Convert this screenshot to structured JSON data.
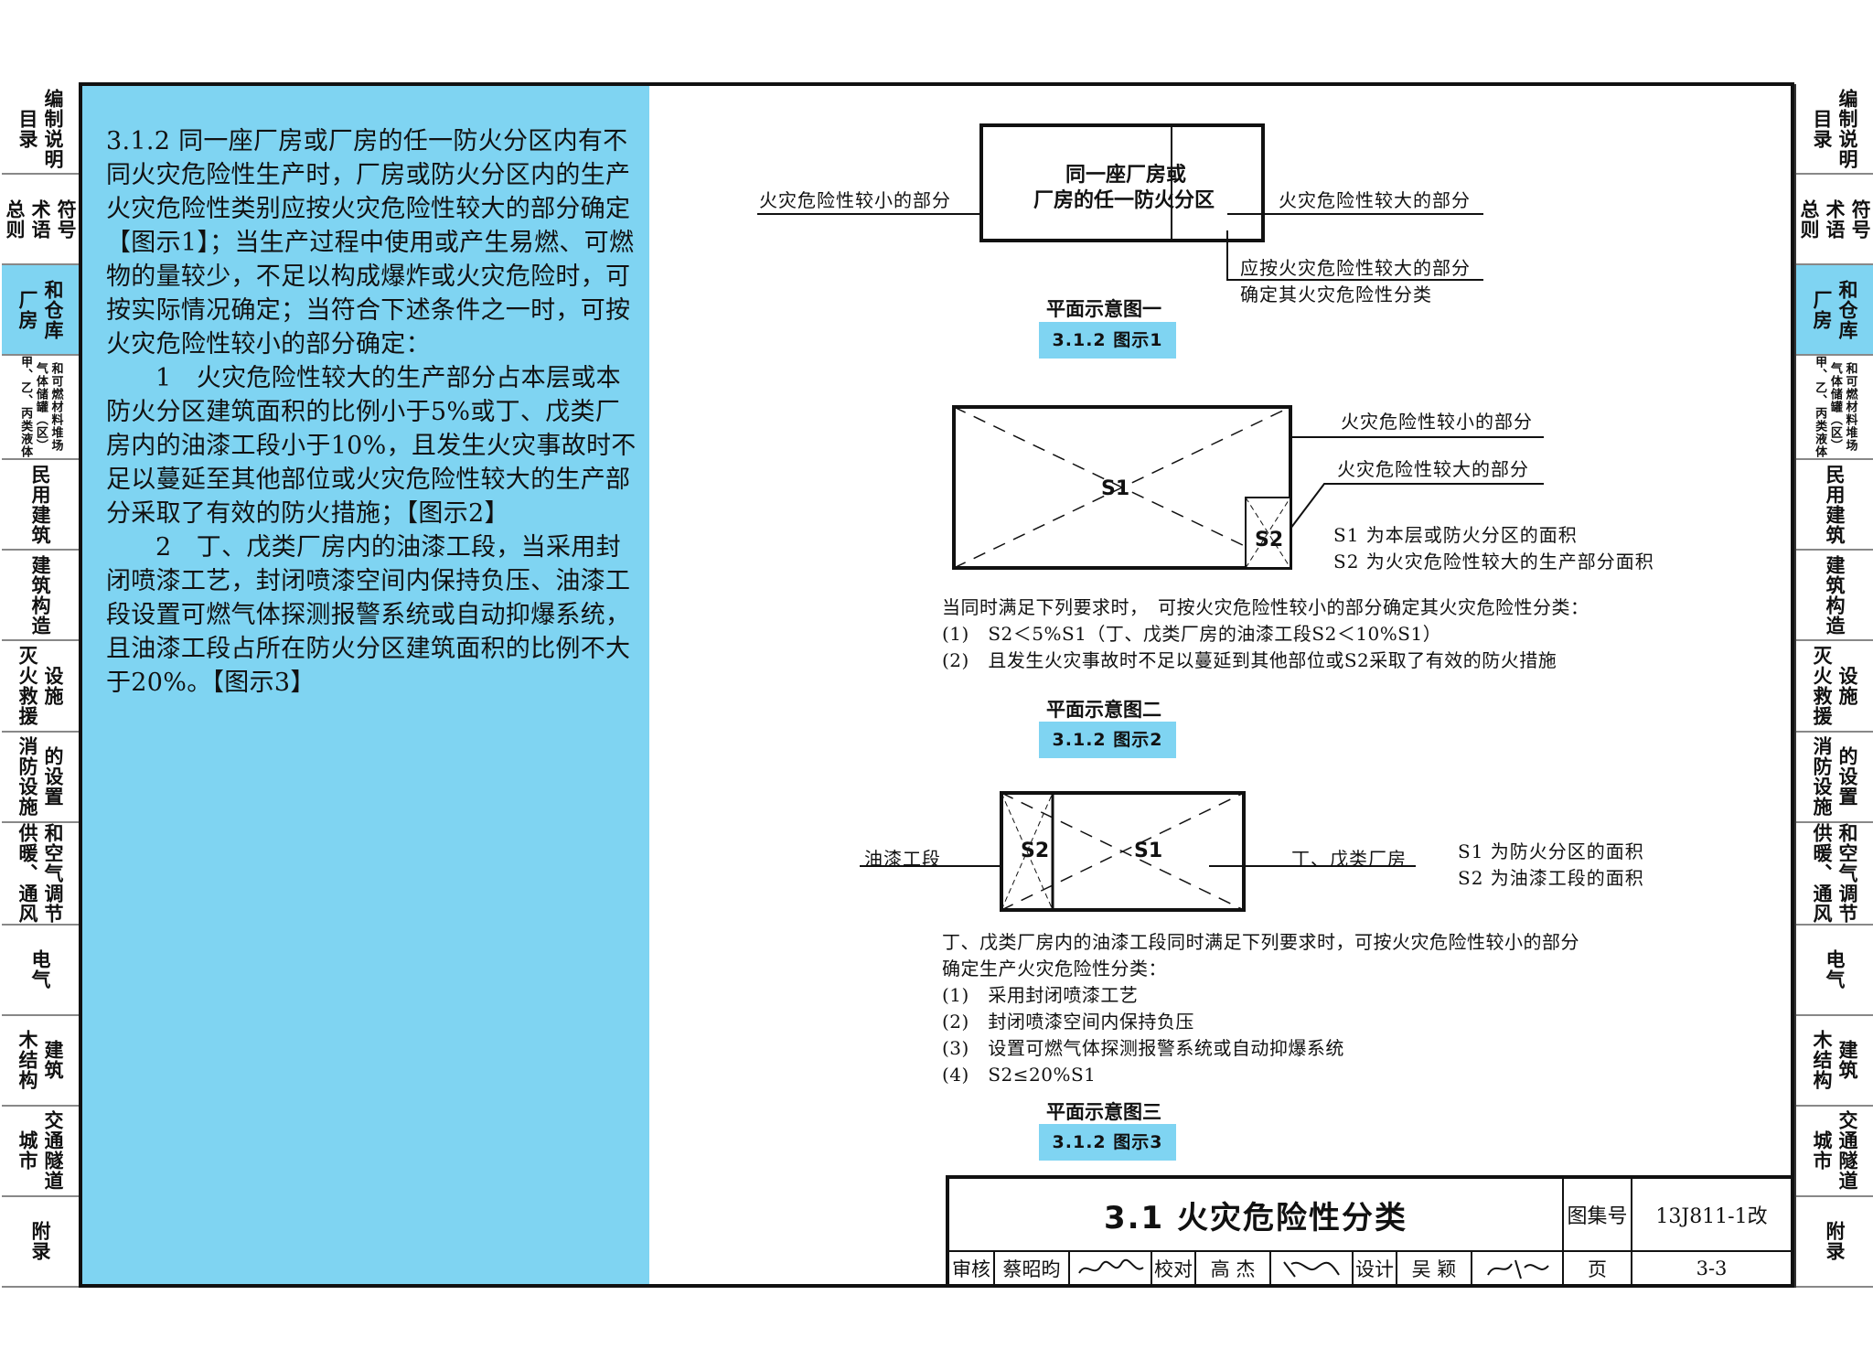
{
  "left_tabs": [
    {
      "cols": [
        "目录",
        "编制说明"
      ]
    },
    {
      "cols": [
        "总则",
        "术语",
        "符号"
      ]
    },
    {
      "cols": [
        "厂房",
        "和仓库"
      ],
      "active": true
    },
    {
      "cols": [
        "甲、乙、丙类液体",
        "气体储罐（区）",
        "和可燃材料堆场"
      ],
      "small": true
    },
    {
      "cols": [
        "民用建筑"
      ]
    },
    {
      "cols": [
        "建筑构造"
      ]
    },
    {
      "cols": [
        "灭火救援",
        "设施"
      ]
    },
    {
      "cols": [
        "消防设施",
        "的设置"
      ]
    },
    {
      "cols": [
        "供暖、通风",
        "和空气调节"
      ]
    },
    {
      "cols": [
        "电气"
      ]
    },
    {
      "cols": [
        "木结构",
        "建筑"
      ]
    },
    {
      "cols": [
        "城市",
        "交通隧道"
      ]
    },
    {
      "cols": [
        "附录"
      ]
    }
  ],
  "main_text": {
    "para1": "3.1.2 同一座厂房或厂房的任一防火分区内有不同火灾危险性生产时，厂房或防火分区内的生产火灾危险性类别应按火灾危险性较大的部分确定【图示1】；当生产过程中使用或产生易燃、可燃物的量较少，不足以构成爆炸或火灾危险时，可按实际情况确定；当符合下述条件之一时，可按火灾危险性较小的部分确定：",
    "para2": "1　火灾危险性较大的生产部分占本层或本防火分区建筑面积的比例小于5%或丁、戊类厂房内的油漆工段小于10%，且发生火灾事故时不足以蔓延至其他部位或火灾危险性较大的生产部分采取了有效的防火措施；【图示2】",
    "para3": "2　丁、戊类厂房内的油漆工段，当采用封闭喷漆工艺，封闭喷漆空间内保持负压、油漆工段设置可燃气体探测报警系统或自动抑爆系统，且油漆工段占所在防火分区建筑面积的比例不大于20%。【图示3】"
  },
  "fig1": {
    "box_line1": "同一座厂房或",
    "box_line2": "厂房的任一防火分区",
    "left_label": "火灾危险性较小的部分",
    "right_label": "火灾危险性较大的部分",
    "note_line1": "应按火灾危险性较大的部分",
    "note_line2": "确定其火灾危险性分类",
    "caption": "平面示意图一",
    "tag": "3.1.2 图示1"
  },
  "fig2": {
    "label_small": "火灾危险性较小的部分",
    "label_large": "火灾危险性较大的部分",
    "s1": "S1",
    "s2": "S2",
    "def1": "S1 为本层或防火分区的面积",
    "def2": "S2 为火灾危险性较大的生产部分面积",
    "cond_intro": "当同时满足下列要求时，　可按火灾危险性较小的部分确定其火灾危险性分类：",
    "cond1": "(1)　S2＜5%S1（丁、戊类厂房的油漆工段S2＜10%S1）",
    "cond2": "(2)　且发生火灾事故时不足以蔓延到其他部位或S2采取了有效的防火措施",
    "caption": "平面示意图二",
    "tag": "3.1.2 图示2"
  },
  "fig3": {
    "left_label": "油漆工段",
    "right_label": "丁、戊类厂房",
    "s1": "S1",
    "s2": "S2",
    "def1": "S1 为防火分区的面积",
    "def2": "S2 为油漆工段的面积",
    "intro1": "丁、戊类厂房内的油漆工段同时满足下列要求时，可按火灾危险性较小的部分",
    "intro2": "确定生产火灾危险性分类：",
    "cond1": "(1)　采用封闭喷漆工艺",
    "cond2": "(2)　封闭喷漆空间内保持负压",
    "cond3": "(3)　设置可燃气体探测报警系统或自动抑爆系统",
    "cond4": "(4)　S2≤20%S1",
    "caption": "平面示意图三",
    "tag": "3.1.2 图示3"
  },
  "title_block": {
    "title": "3.1 火灾危险性分类",
    "atlas_label": "图集号",
    "atlas_no": "13J811-1改",
    "review_label": "审核",
    "reviewer": "蔡昭昀",
    "check_label": "校对",
    "checker": "高 杰",
    "design_label": "设计",
    "designer": "吴 颖",
    "page_label": "页",
    "page_no": "3-3"
  }
}
